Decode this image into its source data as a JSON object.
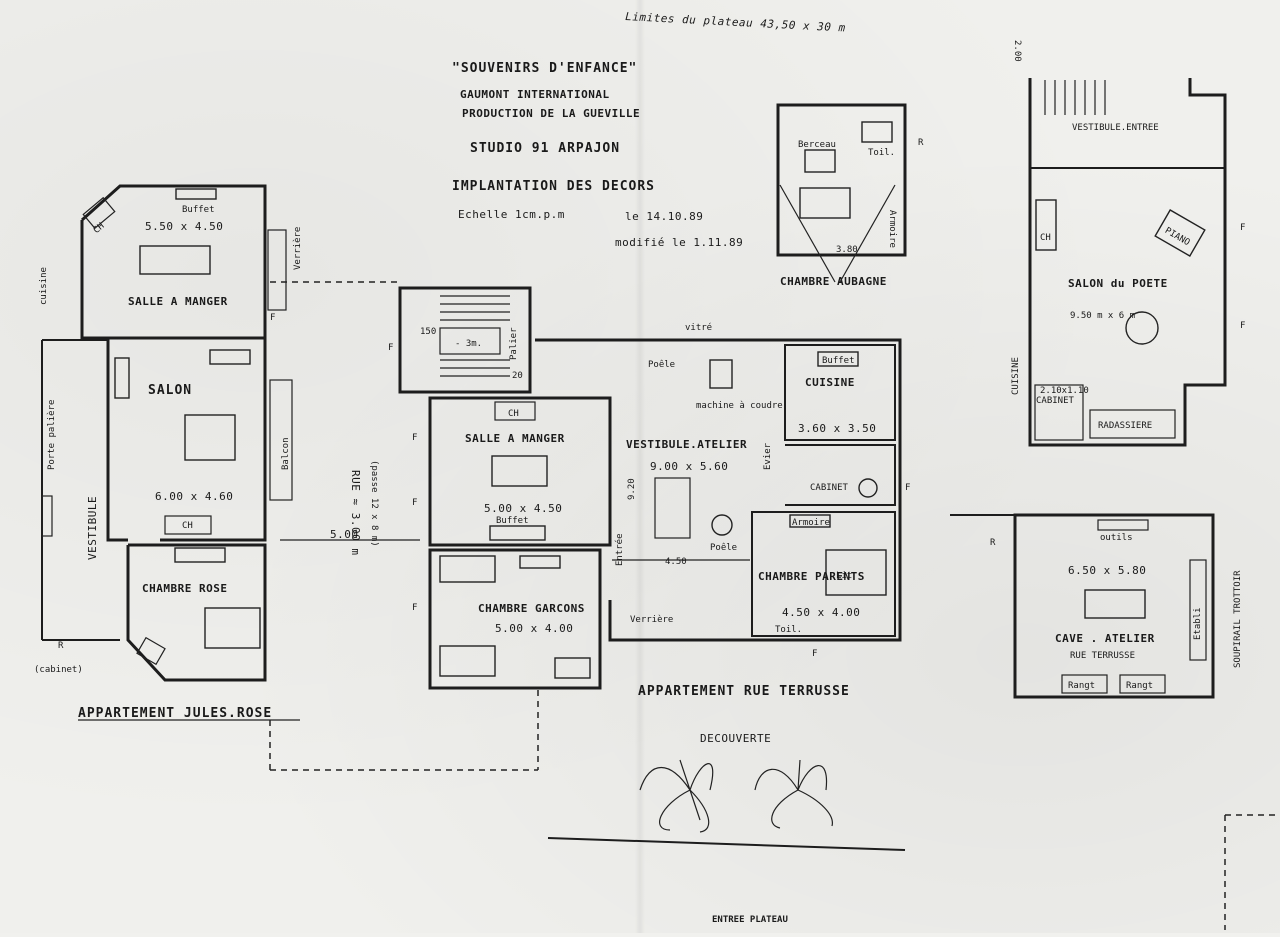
{
  "header": {
    "limits": "Limites du plateau 43,50 x 30 m",
    "film": "\"SOUVENIRS D'ENFANCE\"",
    "company": "GAUMONT INTERNATIONAL",
    "production": "PRODUCTION DE LA GUEVILLE",
    "studio": "STUDIO 91 ARPAJON",
    "subject": "IMPLANTATION DES DECORS",
    "scale": "Echelle 1cm.p.m",
    "date": "le 14.10.89",
    "modified": "modifié le 1.11.89"
  },
  "jules_rose": {
    "salle_manger": "SALLE A MANGER",
    "salle_dim": "5.50 x 4.50",
    "buffet": "Buffet",
    "ch": "CH",
    "cuisine": "cuisine",
    "porte_palier": "Porte palière",
    "vestibule": "VESTIBULE",
    "salon": "SALON",
    "salon_dim": "6.00 x 4.60",
    "ch2": "CH",
    "verriere": "Verrière",
    "balcon": "Balcon",
    "chambre_rose": "CHAMBRE ROSE",
    "cabinet": "(cabinet)",
    "r": "R",
    "title": "APPARTEMENT JULES.ROSE"
  },
  "rue": {
    "rue": "RUE ≈ 3.00 m",
    "passe": "(passe 12 x 8 m)",
    "width": "5.00"
  },
  "terrusse": {
    "stairs": "- 3m.",
    "stairs_150": "150",
    "stairs_20": "20",
    "palier": "Palier",
    "vitre": "vitré",
    "poele1": "Poêle",
    "machine": "machine à coudre",
    "salle_manger": "SALLE A MANGER",
    "salle_dim": "5.00 x 4.50",
    "buffet": "Buffet",
    "ch": "CH",
    "vestibule": "VESTIBULE.ATELIER",
    "vest_dim": "9.00 x 5.60",
    "dim_920": "9.20",
    "dim_450": "4.50",
    "cuisine": "CUISINE",
    "cuisine_buffet": "Buffet",
    "cuisine_dim": "3.60 x 3.50",
    "evier": "Evier",
    "cabinet": "CABINET",
    "armoire": "Armoire",
    "poele2": "Poêle",
    "entry": "Entrée",
    "chambre_garcons": "CHAMBRE GARCONS",
    "garcons_dim": "5.00 x 4.00",
    "verriere": "Verrière",
    "chambre_parents": "CHAMBRE PARENTS",
    "parents_dim": "4.50 x 4.00",
    "lit": "Lit",
    "toil": "Toil.",
    "title": "APPARTEMENT RUE TERRUSSE"
  },
  "aubagne": {
    "title": "CHAMBRE AUBAGNE",
    "berceau": "Berceau",
    "toil": "Toil.",
    "r": "R",
    "armoire": "Armoire",
    "dim": "3.80"
  },
  "poete": {
    "vestibule": "VESTIBULE.ENTREE",
    "dim_200": "2.00",
    "ch": "CH",
    "piano": "PIANO",
    "salon": "SALON du POETE",
    "salon_dim": "9.50 m x 6 m",
    "cuisine": "CUISINE",
    "cabinet_dim": "2.10x1.10",
    "cabinet": "CABINET",
    "radassiere": "RADASSIERE"
  },
  "cave": {
    "r": "R",
    "outils": "outils",
    "dim": "6.50 x 5.80",
    "title": "CAVE . ATELIER",
    "sub": "RUE TERRUSSE",
    "etabli": "Etabli",
    "soupirail": "SOUPIRAIL TROTTOIR",
    "rang1": "Rangt",
    "rang2": "Rangt"
  },
  "decouverte": "DECOUVERTE",
  "entree_plateau": "ENTREE PLATEAU",
  "f": "F"
}
